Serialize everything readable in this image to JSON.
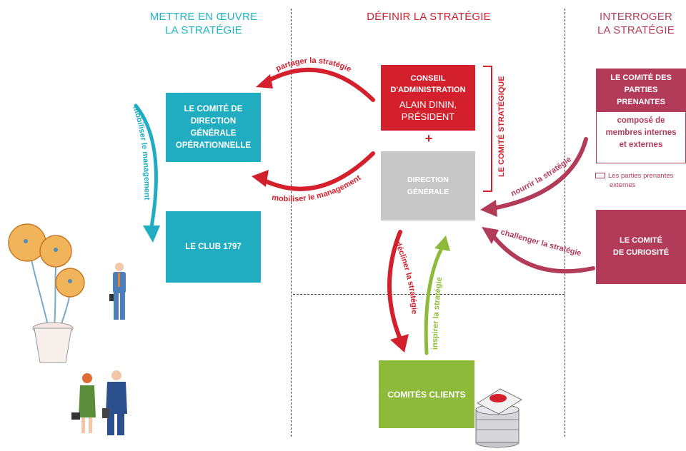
{
  "columns": {
    "left": {
      "line1": "METTRE EN ŒUVRE",
      "line2": "LA STRATÉGIE"
    },
    "center": {
      "line1": "DÉFINIR LA STRATÉGIE"
    },
    "right": {
      "line1": "INTERROGER",
      "line2": "LA STRATÉGIE"
    }
  },
  "boxes": {
    "comite_direction": [
      "LE COMITÉ DE",
      "DIRECTION",
      "GÉNÉRALE",
      "OPÉRATIONNELLE"
    ],
    "club": "LE CLUB 1797",
    "conseil": {
      "line1": "CONSEIL",
      "line2": "D'ADMINISTRATION",
      "line3": "ALAIN DININ,",
      "line4": "PRÉSIDENT"
    },
    "plus": "+",
    "direction_generale": {
      "line1": "DIRECTION",
      "line2": "GÉNÉRALE"
    },
    "comites_clients": "COMITÉS CLIENTS",
    "parties_prenantes": {
      "title": [
        "LE COMITÉ DES",
        "PARTIES",
        "PRENANTES"
      ],
      "sub": [
        "composé de",
        "membres internes",
        "et externes"
      ]
    },
    "curiosite": {
      "line1": "LE COMITÉ",
      "line2": "DE CURIOSITÉ"
    }
  },
  "bracket_label": "LE COMITÉ STRATÉGIQUE",
  "legend": {
    "line1": "Les parties prenantes",
    "line2": "externes"
  },
  "arrow_labels": {
    "partager": "partager la stratégie",
    "mobiliser_h": "mobiliser le management",
    "mobiliser_v": "mobiliser le management",
    "decliner": "décliner la stratégie",
    "inspirer": "inspirer la stratégie",
    "nourrir": "nourrir la stratégie",
    "challenger": "challenger la stratégie"
  },
  "colors": {
    "teal": "#21adc1",
    "red": "#d4202c",
    "grey": "#c7c7c7",
    "green": "#8dba3a",
    "wine": "#b33b5a"
  },
  "illustrations": [
    "flower-pot-illustration",
    "businessman-illustration",
    "business-couple-illustration",
    "stacked-coins-illustration"
  ]
}
